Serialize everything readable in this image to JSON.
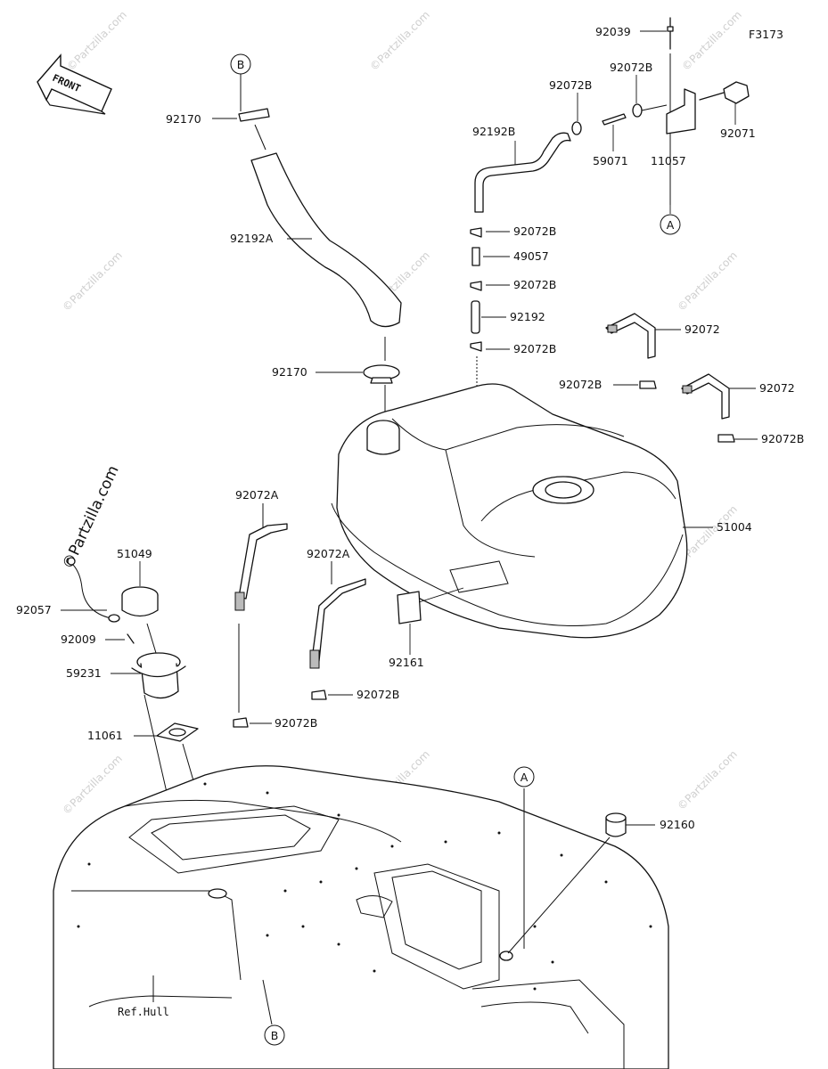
{
  "diagram_code": "F3173",
  "front_label": "FRONT",
  "watermark": "©Partzilla.com",
  "ref_hull_label": "Ref.Hull",
  "markers": {
    "a": "A",
    "b": "B"
  },
  "labels": {
    "p92039": "92039",
    "p92072B_top1": "92072B",
    "p92072B_top2": "92072B",
    "p92071": "92071",
    "p92192B": "92192B",
    "p59071": "59071",
    "p11057": "11057",
    "p92170_top": "92170",
    "p92192A": "92192A",
    "p92072B_a": "92072B",
    "p49057": "49057",
    "p92072B_b": "92072B",
    "p92192": "92192",
    "p92072B_c": "92072B",
    "p92072_1": "92072",
    "p92072B_left": "92072B",
    "p92072_2": "92072",
    "p92072B_right": "92072B",
    "p92170_mid": "92170",
    "p51004": "51004",
    "p92072A_1": "92072A",
    "p92072A_2": "92072A",
    "p51049": "51049",
    "p92057": "92057",
    "p92009": "92009",
    "p59231": "59231",
    "p92161": "92161",
    "p92072B_d": "92072B",
    "p92072B_e": "92072B",
    "p11061": "11061",
    "p92160": "92160"
  }
}
